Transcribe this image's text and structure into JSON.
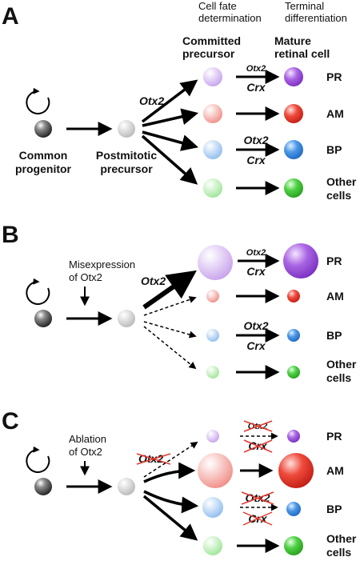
{
  "headers": {
    "cell_fate": [
      "Cell fate",
      "determination"
    ],
    "terminal": [
      "Terminal",
      "differentiation"
    ],
    "committed": [
      "Committed",
      "precursor"
    ],
    "mature": [
      "Mature",
      "retinal cell"
    ]
  },
  "panels": {
    "A": {
      "letter": "A",
      "common": [
        "Common",
        "progenitor"
      ],
      "postmitotic": [
        "Postmitotic",
        "precursor"
      ],
      "fate_gene": "Otx2",
      "cells": [
        "PR",
        "AM",
        "BP",
        "Other",
        "cells"
      ],
      "pr_genes": [
        "Otx2",
        "Crx"
      ],
      "bp_genes": [
        "Otx2",
        "Crx"
      ]
    },
    "B": {
      "letter": "B",
      "perturbation": [
        "Misexpression",
        "of Otx2"
      ],
      "fate_gene": "Otx2",
      "cells": [
        "PR",
        "AM",
        "BP",
        "Other",
        "cells"
      ],
      "pr_genes": [
        "Otx2",
        "Crx"
      ],
      "bp_genes": [
        "Otx2",
        "Crx"
      ]
    },
    "C": {
      "letter": "C",
      "perturbation": [
        "Ablation",
        "of Otx2"
      ],
      "fate_gene": "Otx2",
      "cells": [
        "PR",
        "AM",
        "BP",
        "Other",
        "cells"
      ],
      "pr_genes": [
        "Otx2",
        "Crx"
      ],
      "bp_genes": [
        "Otx2",
        "Crx"
      ]
    }
  },
  "colors": {
    "progenitor": "#3a3a3a",
    "postmitotic": "#c8c8c8",
    "pr": "#9b4fd6",
    "am": "#e3342a",
    "bp": "#3f8ee0",
    "other": "#45c93a",
    "cross": "#e23a2f"
  }
}
